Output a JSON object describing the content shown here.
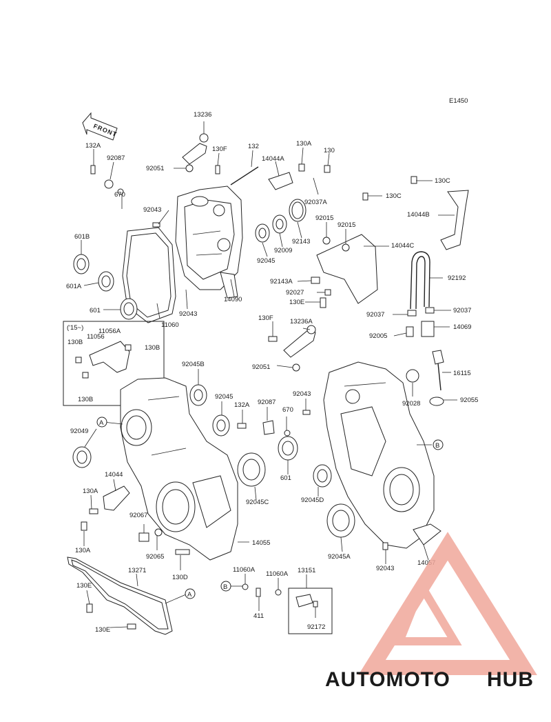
{
  "diagram": {
    "figure_id": "E1450",
    "front_label": "FRONT",
    "year_note": "('15~)",
    "callouts": {
      "A": "A",
      "B": "B"
    },
    "part_labels": [
      "13236",
      "132A",
      "92087",
      "130F",
      "132",
      "130A",
      "130",
      "14044A",
      "92051",
      "670",
      "92043",
      "92037A",
      "130C",
      "130C",
      "14044B",
      "92015",
      "92015",
      "14044C",
      "92143",
      "92009",
      "92045",
      "601B",
      "601A",
      "601",
      "11060",
      "92043",
      "14090",
      "92143A",
      "92027",
      "130E",
      "92192",
      "92037",
      "92037",
      "14069",
      "130F",
      "13236A",
      "92005",
      "11056A",
      "11056",
      "130B",
      "130B",
      "130B",
      "92051",
      "92043",
      "16115",
      "92055",
      "92028",
      "92045B",
      "92045",
      "132A",
      "92087",
      "670",
      "92049",
      "14044",
      "130A",
      "130A",
      "92045C",
      "601",
      "92045D",
      "92067",
      "92065",
      "14055",
      "130D",
      "92045A",
      "92043",
      "14057",
      "13271",
      "130E",
      "130E",
      "11060A",
      "11060A",
      "13151",
      "411",
      "92172"
    ]
  },
  "watermark": {
    "brand_part1": "AUTOMOTO",
    "brand_part2": "HUB",
    "color_primary": "#f0a79b",
    "color_secondary": "#f5c98a",
    "color_dark": "#5a5a5a"
  }
}
